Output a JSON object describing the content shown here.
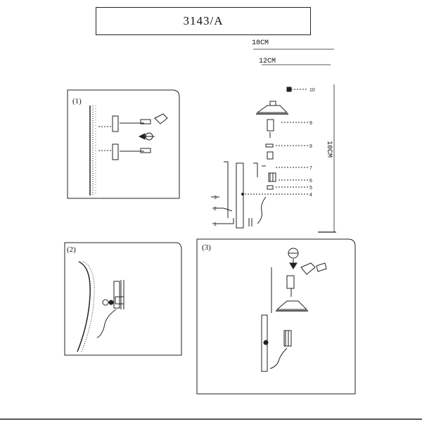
{
  "header": {
    "model_code": "3143/A"
  },
  "dimensions": {
    "width_top": "18CM",
    "width_inner": "12CM",
    "height": "10CM"
  },
  "exploded_view": {
    "part_numbers": [
      "10",
      "9",
      "8",
      "7",
      "6",
      "5",
      "4",
      "3",
      "2",
      "1"
    ]
  },
  "panels": {
    "step1": {
      "label": "(1)"
    },
    "step2": {
      "label": "(2)"
    },
    "step3": {
      "label": "(3)"
    }
  }
}
